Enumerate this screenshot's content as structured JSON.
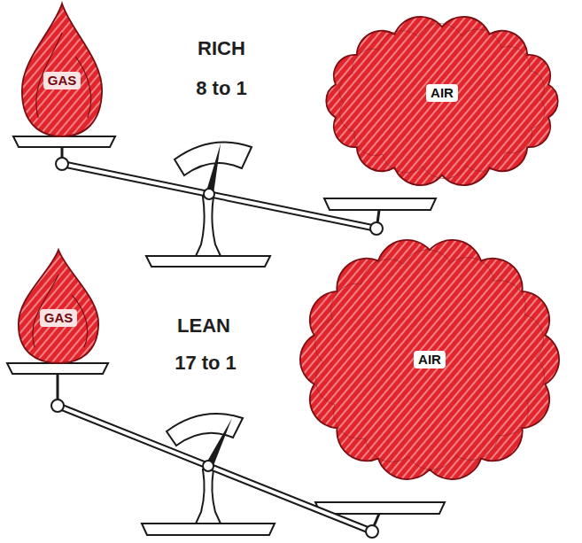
{
  "diagram": {
    "nodes": [
      {
        "text": [
          "GAS"
        ]
      },
      {
        "text": [
          "AIR"
        ]
      },
      {
        "text": [
          "GAS"
        ]
      },
      {
        "text": [
          "AIR"
        ]
      }
    ],
    "labels": [
      "RICH",
      "8 to 1",
      "LEAN",
      "17 to 1"
    ]
  }
}
